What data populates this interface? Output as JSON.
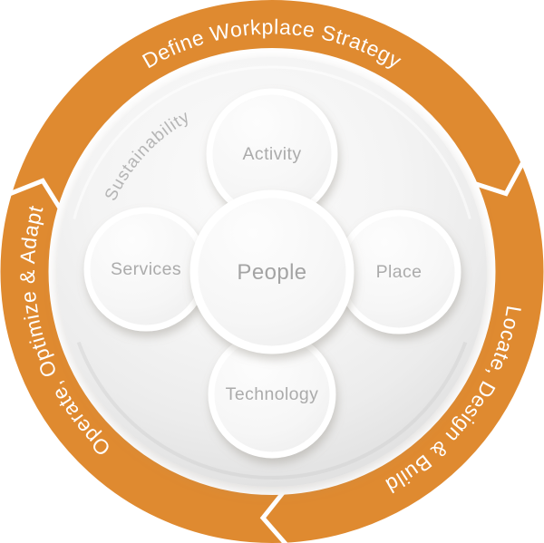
{
  "diagram": {
    "background_color": "#FFFFFF",
    "ring": {
      "color": "#DF8A30",
      "text_color": "#FFFFFF",
      "segments": [
        {
          "id": "define",
          "label": "Define Workplace Strategy",
          "position": "top"
        },
        {
          "id": "locate",
          "label": "Locate, Design & Build",
          "position": "right-bottom"
        },
        {
          "id": "operate",
          "label": "Operate, Optimize & Adapt",
          "position": "left"
        }
      ]
    },
    "inner": {
      "context_label": "Sustainability",
      "label_color": "#ABABAB",
      "center_circle": {
        "label": "People"
      },
      "satellite_circles": [
        {
          "label": "Activity",
          "position": "top"
        },
        {
          "label": "Place",
          "position": "right"
        },
        {
          "label": "Technology",
          "position": "bottom"
        },
        {
          "label": "Services",
          "position": "left"
        }
      ]
    }
  }
}
